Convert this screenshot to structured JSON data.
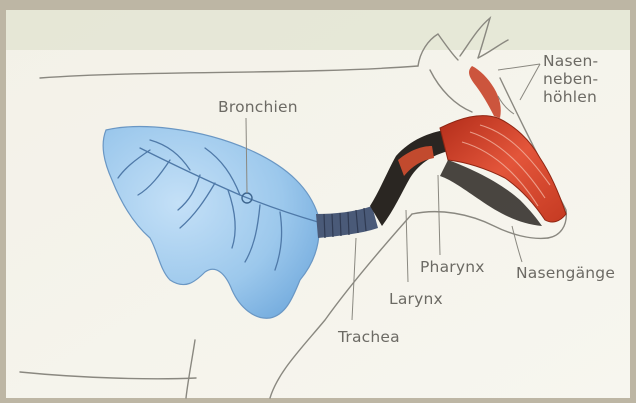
{
  "labels": {
    "bronchien": "Bronchien",
    "nasennebenhoehlen": [
      "Nasen-",
      "neben-",
      "höhlen"
    ],
    "pharynx": "Pharynx",
    "nasengaenge": "Nasengänge",
    "larynx": "Larynx",
    "trachea": "Trachea"
  },
  "colors": {
    "lung": "#9cc8ec",
    "airway_red": "#d8462c",
    "trachea": "#4a5a78",
    "outline": "#8a8880",
    "label_text": "#6c6a64"
  }
}
